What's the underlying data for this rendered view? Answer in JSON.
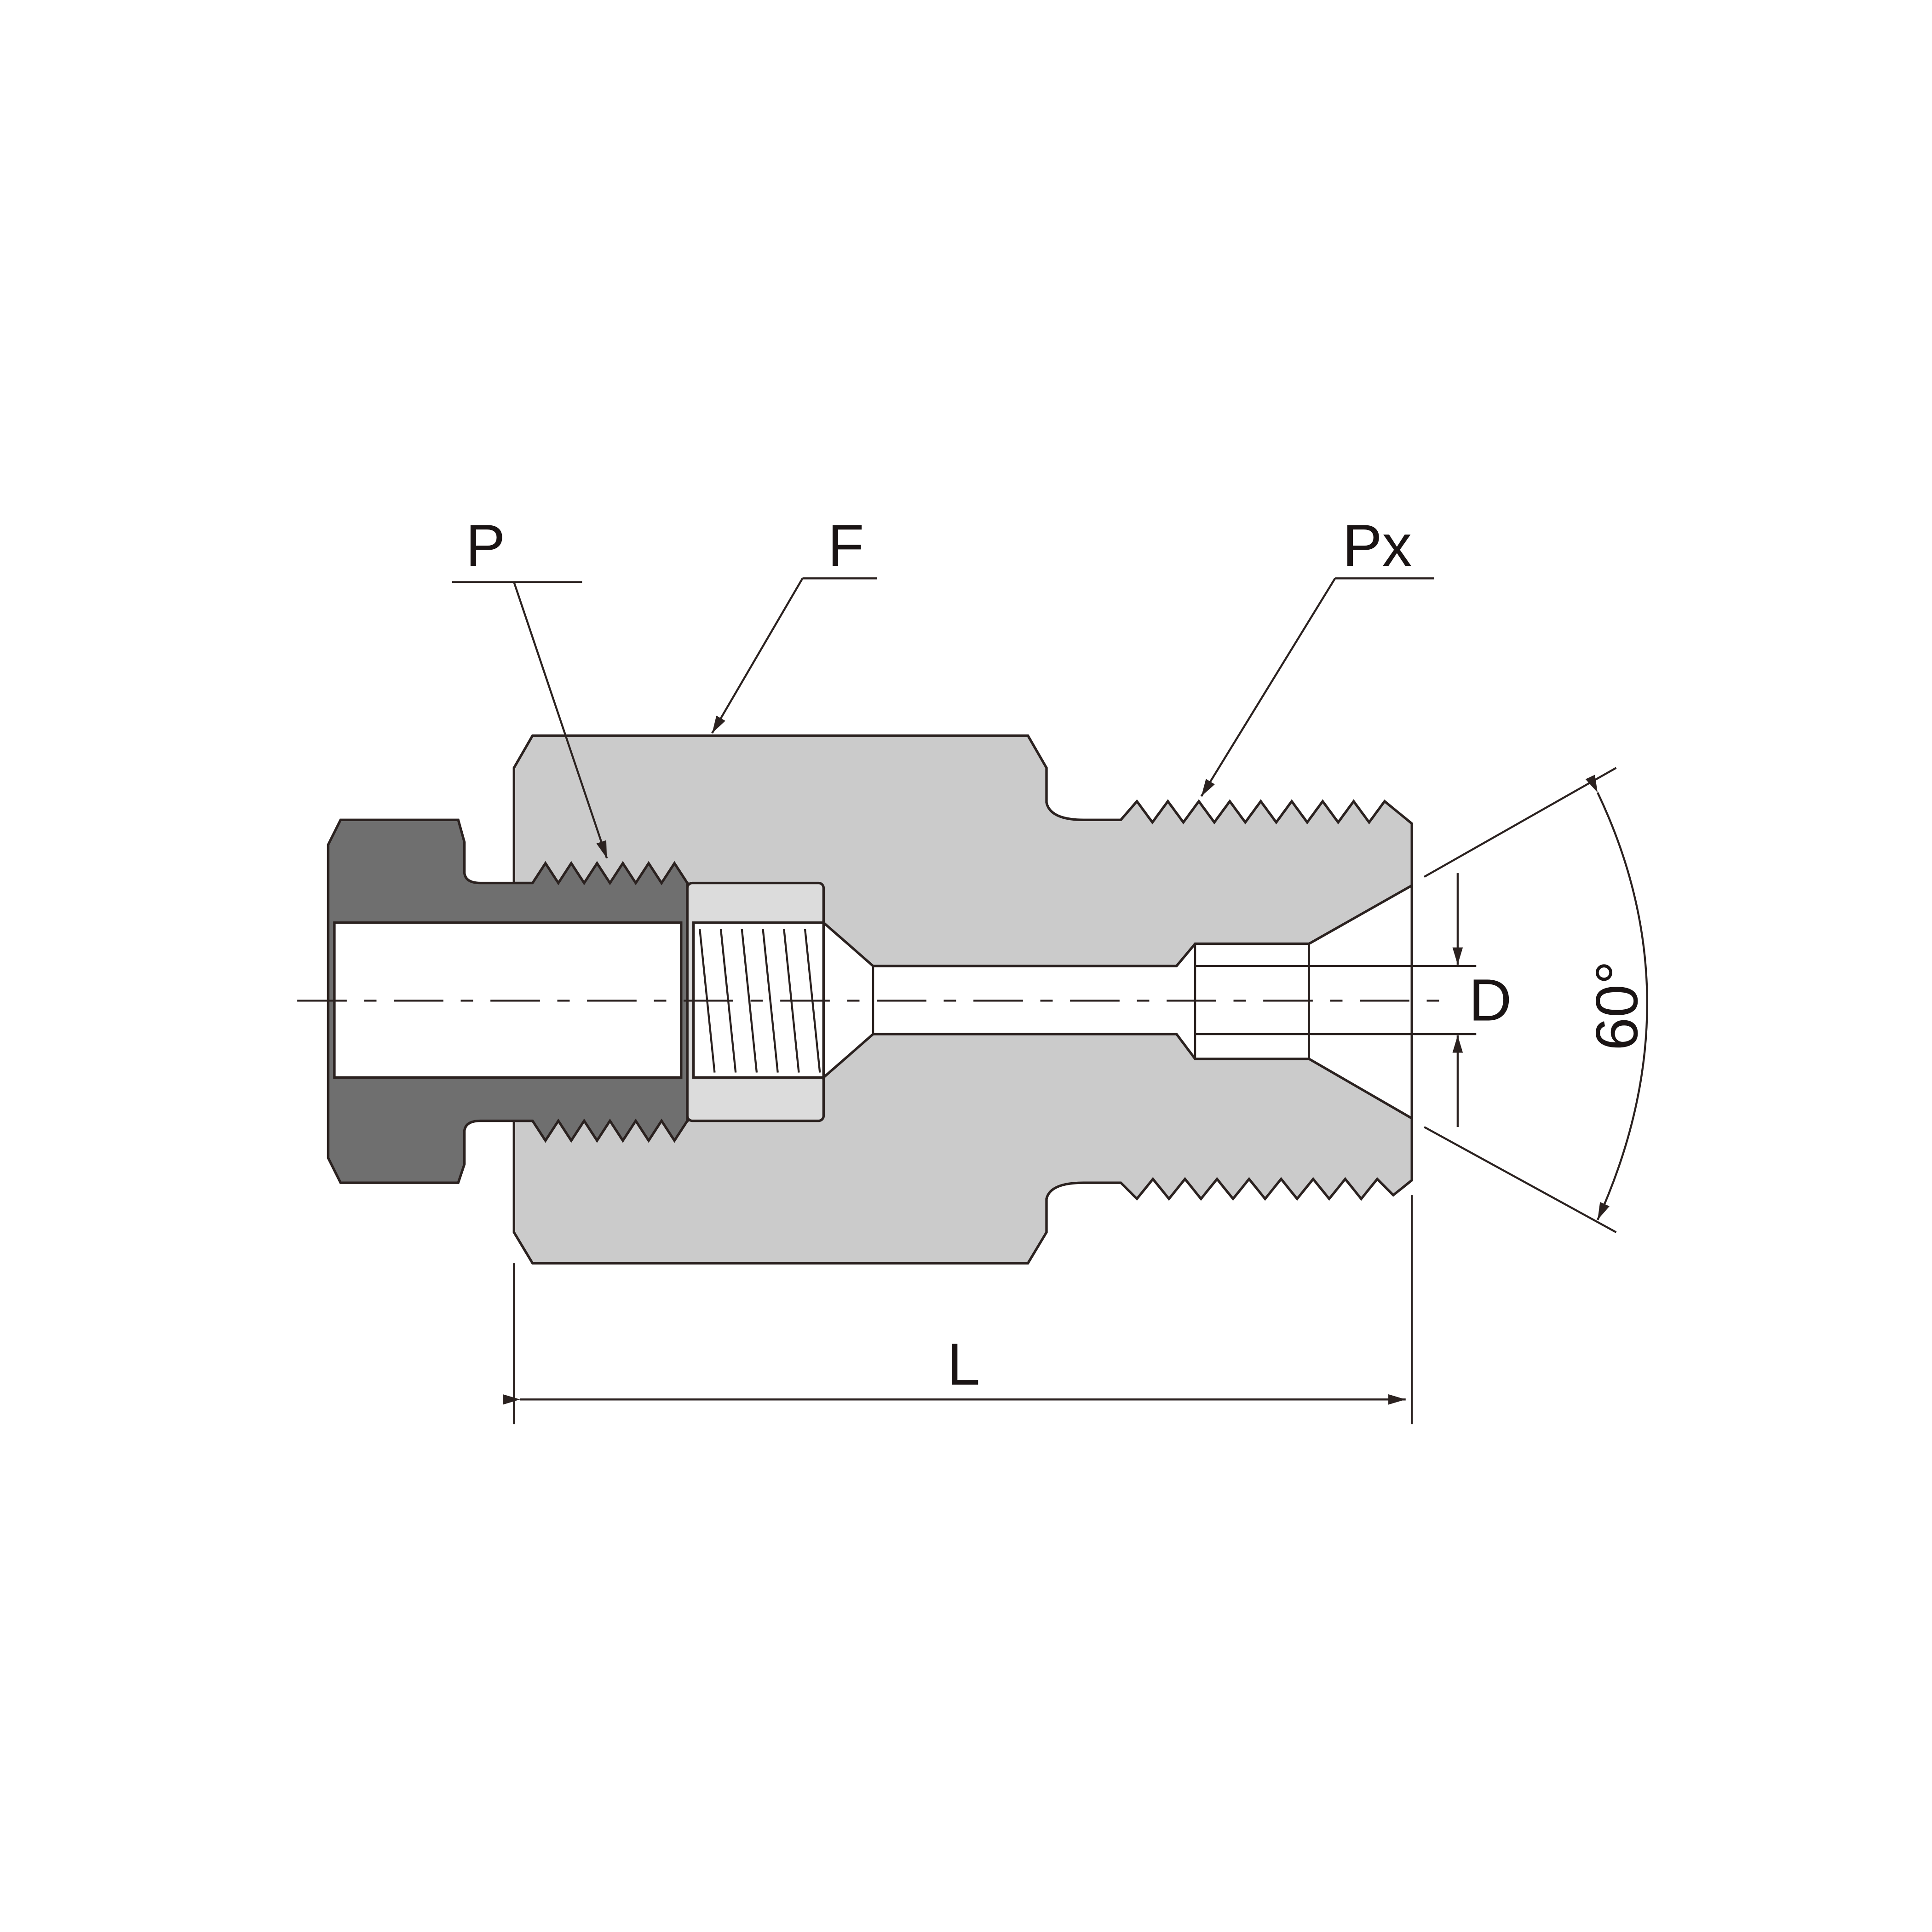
{
  "diagram": {
    "labels": {
      "pipe_thread": "P",
      "fitting": "F",
      "pipe_thread_x": "Px",
      "bore_diameter": "D",
      "cone_angle": "60°",
      "length": "L"
    },
    "colors": {
      "body": "#cbcbcb",
      "nipple": "#6f6f6f",
      "insert": "#dcdcdc",
      "line": "#2b2220"
    }
  }
}
